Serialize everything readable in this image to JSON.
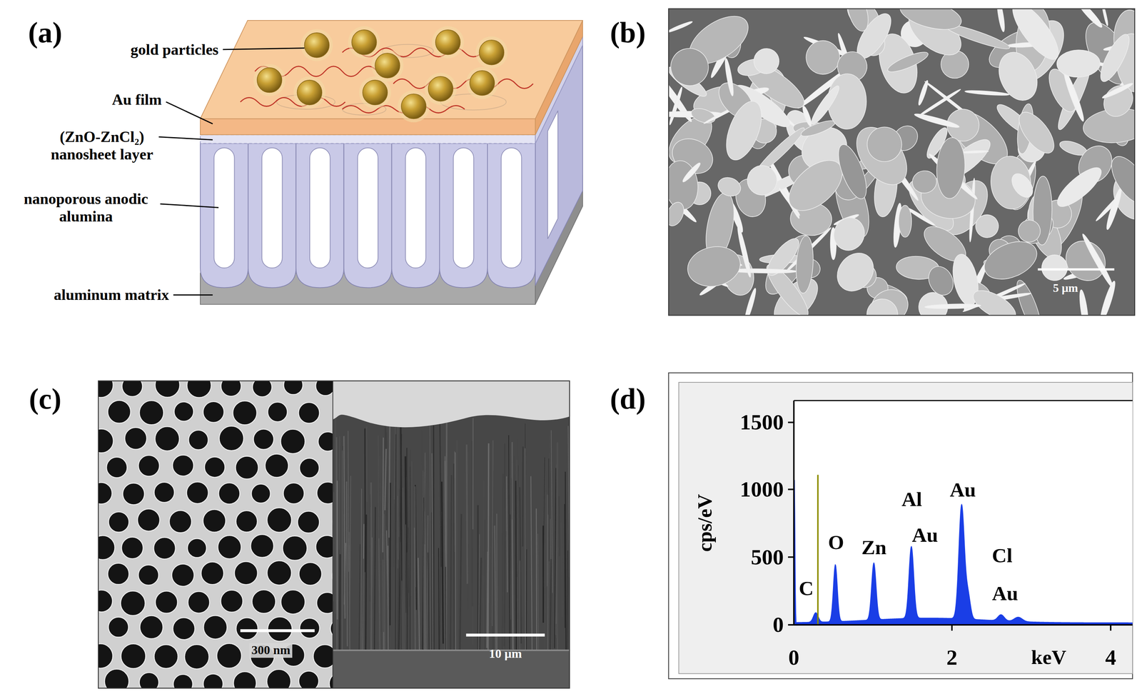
{
  "diagram": {
    "labels": [
      "(a)",
      "gold particles",
      "Au film",
      "(ZnO-ZnCl₂) nanosheet layer",
      "nanoporous anodic alumina",
      "aluminum matrix",
      "(b)",
      "5 μm",
      "(c)",
      "300 nm",
      "10 μm",
      "(d)",
      "1500",
      "1000",
      "500",
      "0",
      "0",
      "2",
      "4",
      "cps/eV",
      "keV",
      "C",
      "O",
      "Zn",
      "Al",
      "Au",
      "Au",
      "Cl",
      "Au"
    ]
  }
}
